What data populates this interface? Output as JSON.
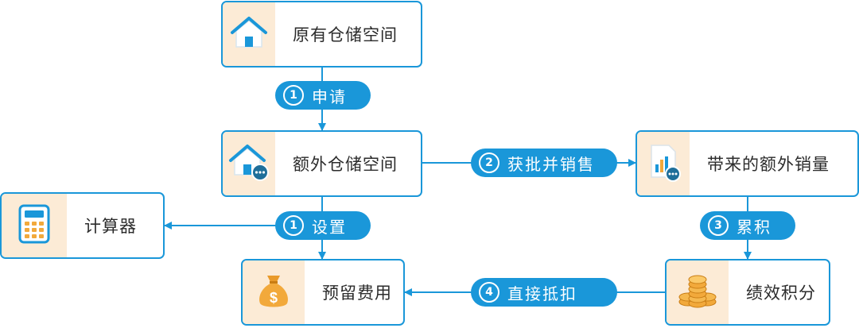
{
  "colors": {
    "accent": "#1a97d9",
    "icon_bg": "#fcebd6",
    "text": "#2b2b2b"
  },
  "nodes": {
    "original_storage": {
      "label": "原有仓储空间",
      "icon": "house-icon"
    },
    "extra_storage": {
      "label": "额外仓储空间",
      "icon": "house-chat-icon"
    },
    "extra_sales": {
      "label": "带来的额外销量",
      "icon": "chart-report-icon"
    },
    "calculator": {
      "label": "计算器",
      "icon": "calculator-icon"
    },
    "reserved_fee": {
      "label": "预留费用",
      "icon": "money-bag-icon"
    },
    "performance_points": {
      "label": "绩效积分",
      "icon": "coin-stack-icon"
    }
  },
  "steps": {
    "apply": {
      "num": "1",
      "text": "申请"
    },
    "approve_sell": {
      "num": "2",
      "text": "获批并销售"
    },
    "setup": {
      "num": "1",
      "text": "设置"
    },
    "accumulate": {
      "num": "3",
      "text": "累积"
    },
    "deduct": {
      "num": "4",
      "text": "直接抵扣"
    }
  }
}
